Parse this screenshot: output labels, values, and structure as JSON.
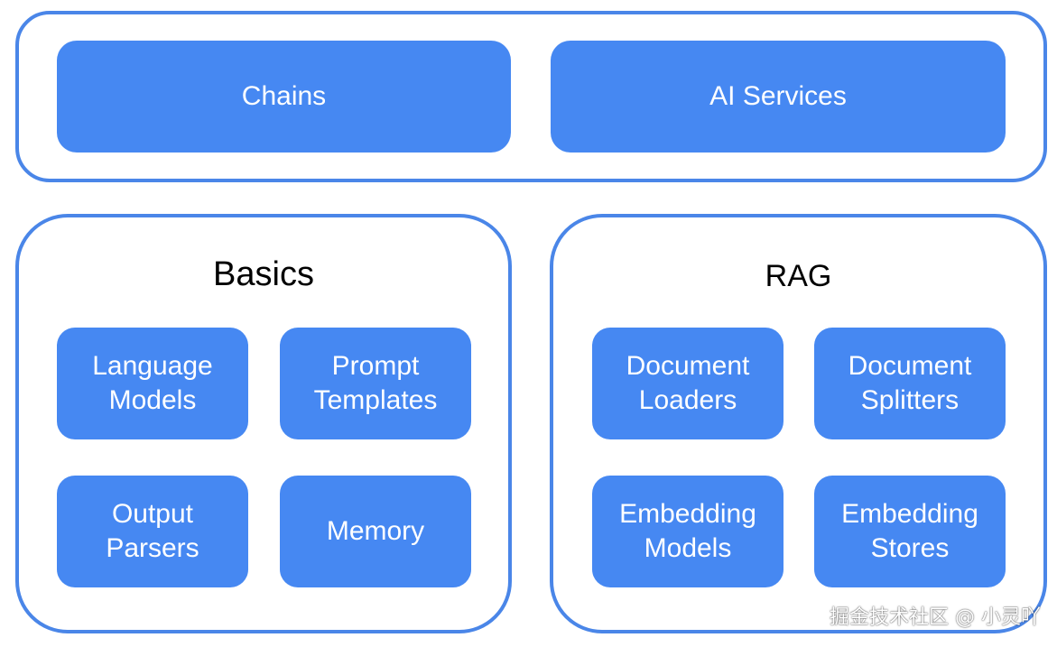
{
  "top": {
    "chains": "Chains",
    "ai_services": "AI Services"
  },
  "basics": {
    "title": "Basics",
    "language_models": "Language\nModels",
    "prompt_templates": "Prompt\nTemplates",
    "output_parsers": "Output\nParsers",
    "memory": "Memory"
  },
  "rag": {
    "title": "RAG",
    "document_loaders": "Document\nLoaders",
    "document_splitters": "Document\nSplitters",
    "embedding_models": "Embedding\nModels",
    "embedding_stores": "Embedding\nStores"
  },
  "watermark": "掘金技术社区 @ 小灵吖",
  "colors": {
    "border": "#4a86e8",
    "box_fill": "#4688f2",
    "box_text": "#ffffff"
  }
}
